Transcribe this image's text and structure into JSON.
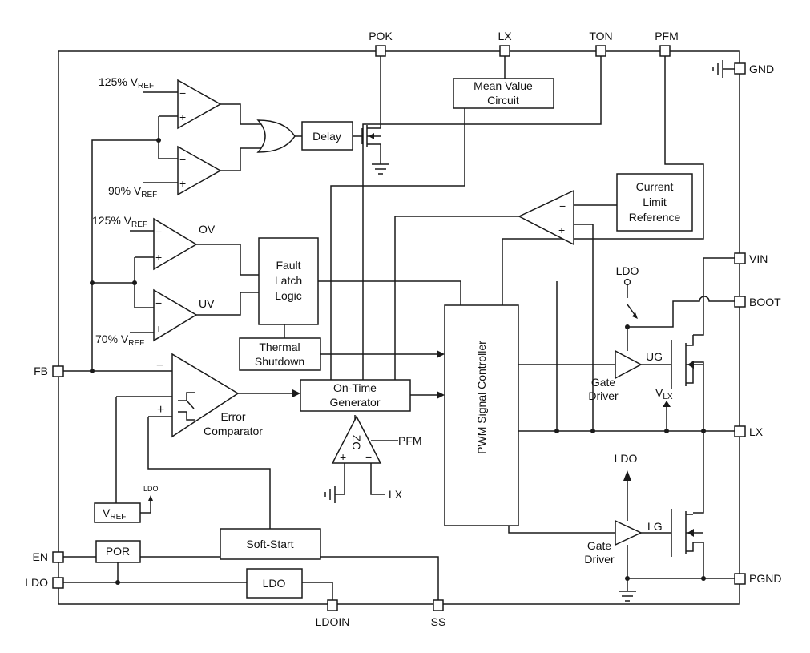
{
  "pins": {
    "pok": "POK",
    "lx_top": "LX",
    "ton": "TON",
    "pfm": "PFM",
    "gnd": "GND",
    "vin": "VIN",
    "boot": "BOOT",
    "lx_right": "LX",
    "pgnd": "PGND",
    "fb": "FB",
    "en": "EN",
    "ldo": "LDO",
    "ldoin": "LDOIN",
    "ss": "SS"
  },
  "blocks": {
    "mean_value": [
      "Mean Value",
      "Circuit"
    ],
    "delay": "Delay",
    "current_limit": [
      "Current",
      "Limit",
      "Reference"
    ],
    "fault_latch": [
      "Fault",
      "Latch",
      "Logic"
    ],
    "thermal": [
      "Thermal",
      "Shutdown"
    ],
    "on_time": [
      "On-Time",
      "Generator"
    ],
    "pwm": "PWM Signal Controller",
    "soft_start": "Soft-Start",
    "por": "POR",
    "ldo_block": "LDO",
    "vref_box": {
      "main": "V",
      "sub": "REF"
    }
  },
  "labels": {
    "ref_125_top": {
      "main": "125% V",
      "sub": "REF"
    },
    "ref_90": {
      "main": "90% V",
      "sub": "REF"
    },
    "ref_125_ov": {
      "main": "125% V",
      "sub": "REF"
    },
    "ref_70": {
      "main": "70% V",
      "sub": "REF"
    },
    "ov": "OV",
    "uv": "UV",
    "error_comp": [
      "Error",
      "Comparator"
    ],
    "zc": "ZC",
    "zc_pfm": "PFM",
    "zc_lx": "LX",
    "ldo_small": "LDO",
    "ldo_boot": "LDO",
    "ldo_lg": "LDO",
    "ug": "UG",
    "lg": "LG",
    "gate_driver_hi": [
      "Gate",
      "Driver"
    ],
    "gate_driver_lo": [
      "Gate",
      "Driver"
    ],
    "vlx": {
      "main": "V",
      "sub": "LX"
    },
    "minus": "−",
    "plus": "+"
  }
}
